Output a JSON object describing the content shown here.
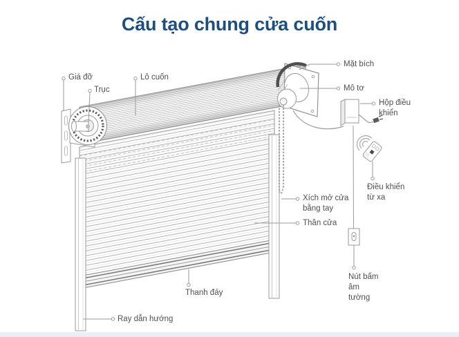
{
  "title": "Cấu tạo chung cửa cuốn",
  "colors": {
    "title_blue": "#1c4e80",
    "label_gray": "#4f4f4f",
    "line_gray": "#9a9a9a",
    "dark_accent": "#4a4a4a",
    "floor_strip": "#e9eff4"
  },
  "labels": {
    "gia_do": "Giá đỡ",
    "truc": "Trục",
    "lo_cuon": "Lô cuốn",
    "mat_bich": "Mặt bích",
    "mo_to": "Mô tơ",
    "hop_dieu_khien": "Hộp điều khiển",
    "dieu_khien_tu_xa": "Điều khiển từ xa",
    "xich_mo_cua_bang_tay": "Xích mở cửa bằng tay",
    "than_cua": "Thân cửa",
    "thanh_day": "Thanh đáy",
    "ray_dan_huong": "Ray dẫn hướng",
    "nut_bam_am_tuong": "Nút bấm âm tường"
  }
}
